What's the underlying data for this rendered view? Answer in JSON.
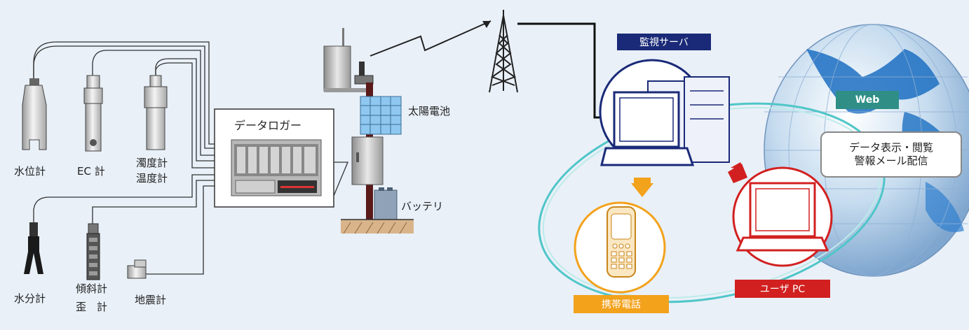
{
  "sensors": {
    "water_level": "水位計",
    "ec": "EC 計",
    "turbidity": "濁度計",
    "temperature": "温度計",
    "moisture": "水分計",
    "inclinometer": "傾斜計",
    "strain": "歪　計",
    "seismometer": "地震計"
  },
  "station": {
    "logger": "データロガー",
    "solar": "太陽電池",
    "battery": "バッテリ"
  },
  "network": {
    "server": "監視サーバ",
    "web": "Web",
    "info_line1": "データ表示・閲覧",
    "info_line2": "警報メール配信",
    "mobile": "携帯電話",
    "user_pc": "ユーザ PC"
  },
  "colors": {
    "background": "#e9f0f8",
    "server_label": "#1a2a78",
    "web_label": "#2f8f86",
    "mobile": "#f3a21c",
    "user_pc": "#d22020",
    "ring": "#4fc6c8"
  }
}
